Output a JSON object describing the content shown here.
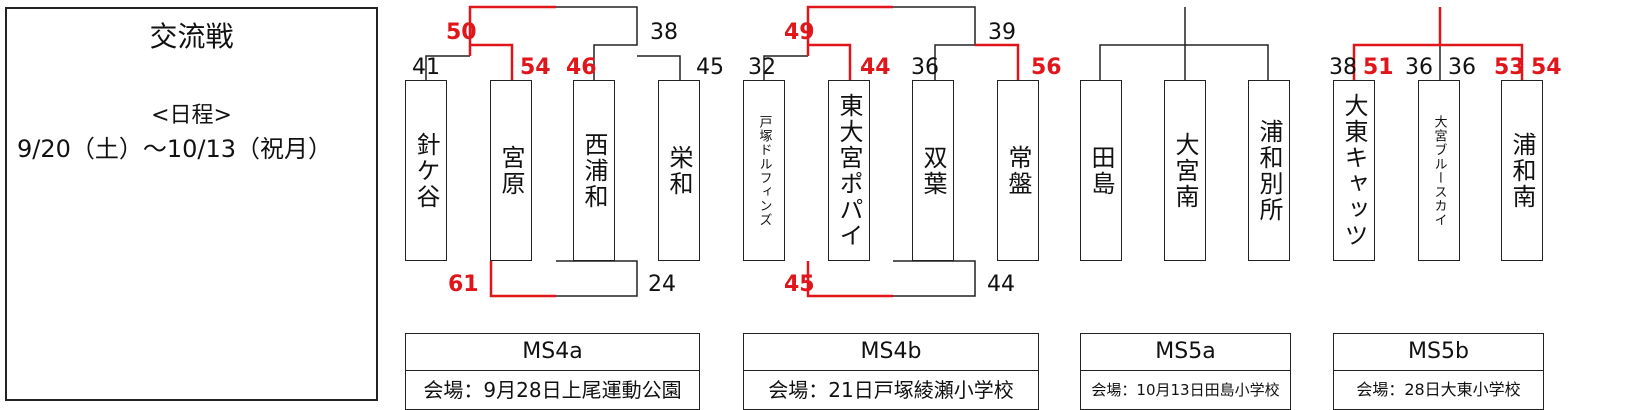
{
  "info": {
    "title": "交流戦",
    "schedule_label": "<日程>",
    "dates": "9/20（土）～10/13（祝月）"
  },
  "groups": [
    {
      "id": "MS4a",
      "venue_name": "MS4a",
      "venue_place": "会場：9月28日上尾運動公園",
      "teams": [
        "針ケ谷",
        "宮原",
        "西浦和",
        "栄和"
      ],
      "scores": [
        "41",
        "50",
        "54",
        "46",
        "38",
        "45",
        "61",
        "24"
      ]
    },
    {
      "id": "MS4b",
      "venue_name": "MS4b",
      "venue_place": "会場：21日戸塚綾瀬小学校",
      "teams": [
        "戸塚ドルフィンズ",
        "東大宮ポパイ",
        "双葉",
        "常盤"
      ],
      "scores": [
        "32",
        "49",
        "44",
        "36",
        "39",
        "56",
        "45",
        "44"
      ]
    },
    {
      "id": "MS5a",
      "venue_name": "MS5a",
      "venue_place": "会場：10月13日田島小学校",
      "teams": [
        "田島",
        "大宮南",
        "浦和別所"
      ],
      "scores": []
    },
    {
      "id": "MS5b",
      "venue_name": "MS5b",
      "venue_place": "会場：28日大東小学校",
      "teams": [
        "大東キャッツ",
        "大宮ブルースカイ",
        "浦和南"
      ],
      "scores": [
        "38",
        "51",
        "36",
        "36",
        "53",
        "54"
      ]
    }
  ],
  "colors": {
    "win": "#e0161b",
    "line": "#222222"
  }
}
